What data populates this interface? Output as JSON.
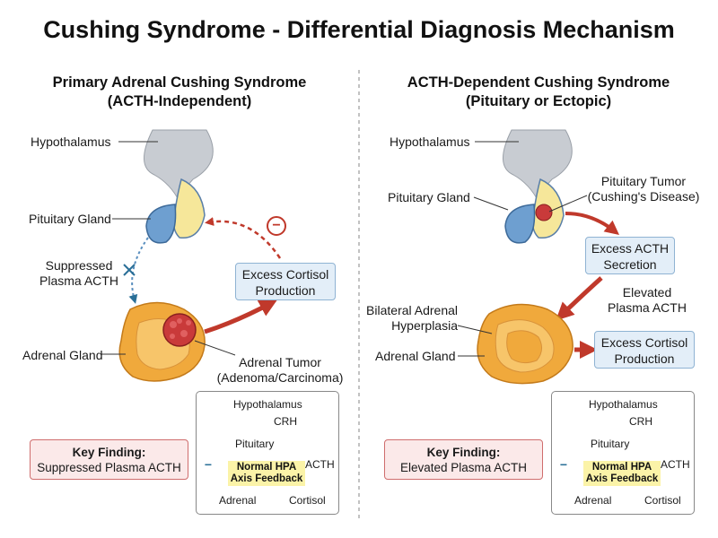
{
  "title": "Cushing Syndrome - Differential Diagnosis Mechanism",
  "left": {
    "heading_line1": "Primary Adrenal Cushing Syndrome",
    "heading_line2": "(ACTH-Independent)",
    "hypothalamus": "Hypothalamus",
    "pituitary_gland": "Pituitary Gland",
    "suppressed_line1": "Suppressed",
    "suppressed_line2": "Plasma ACTH",
    "adrenal_gland": "Adrenal Gland",
    "tumor_line1": "Adrenal Tumor",
    "tumor_line2": "(Adenoma/Carcinoma)",
    "cortisol_line1": "Excess Cortisol",
    "cortisol_line2": "Production",
    "finding_label": "Key Finding:",
    "finding_value": "Suppressed Plasma ACTH",
    "minus_symbol": "−"
  },
  "right": {
    "heading_line1": "ACTH-Dependent Cushing Syndrome",
    "heading_line2": "(Pituitary or Ectopic)",
    "hypothalamus": "Hypothalamus",
    "pituitary_gland": "Pituitary Gland",
    "tumor_line1": "Pituitary Tumor",
    "tumor_line2": "(Cushing's Disease)",
    "acth_line1": "Excess ACTH",
    "acth_line2": "Secretion",
    "elevated_line1": "Elevated",
    "elevated_line2": "Plasma ACTH",
    "hyperplasia_line1": "Bilateral Adrenal",
    "hyperplasia_line2": "Hyperplasia",
    "adrenal_gland": "Adrenal Gland",
    "cortisol_line1": "Excess Cortisol",
    "cortisol_line2": "Production",
    "finding_label": "Key Finding:",
    "finding_value": "Elevated Plasma ACTH"
  },
  "inset": {
    "hypothalamus": "Hypothalamus",
    "crh": "CRH",
    "pituitary": "Pituitary",
    "acth": "ACTH",
    "cortisol": "Cortisol",
    "adrenal": "Adrenal",
    "center_line1": "Normal HPA",
    "center_line2": "Axis Feedback",
    "minus_symbol": "−"
  }
}
